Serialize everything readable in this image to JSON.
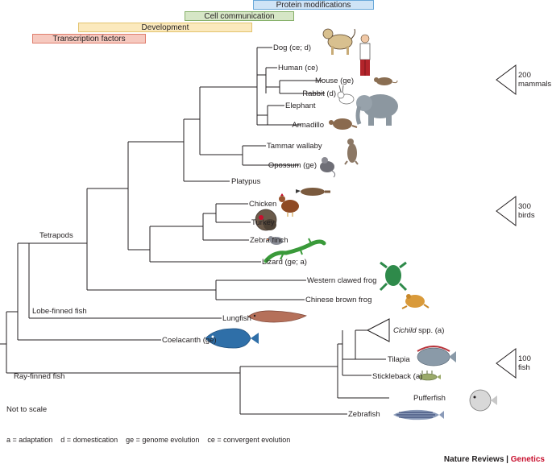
{
  "bars": {
    "protein_modifications": "Protein modifications",
    "cell_communication": "Cell communication",
    "development": "Development",
    "transcription_factors": "Transcription factors"
  },
  "taxa": {
    "dog": "Dog (ce; d)",
    "human": "Human (ce)",
    "mouse": "Mouse (ge)",
    "rabbit": "Rabbit (d)",
    "elephant": "Elephant",
    "armadillo": "Armadillo",
    "tammar": "Tammar wallaby",
    "opossum": "Opossum (ge)",
    "platypus": "Platypus",
    "chicken": "Chicken",
    "turkey": "Turkey",
    "zebrafinch": "Zebra finch",
    "lizard": "Lizard (ge; a)",
    "wcfrog": "Western clawed frog",
    "cbfrog": "Chinese brown frog",
    "lungfish": "Lungfish",
    "coelacanth": "Coelacanth (ge)",
    "cichlid_italic": "Cichild",
    "cichlid_rest": " spp. (a)",
    "tilapia": "Tilapia",
    "stickleback": "Stickleback (a)",
    "pufferfish": "Pufferfish",
    "zebrafish": "Zebrafish"
  },
  "clades": {
    "tetrapods": "Tetrapods",
    "lobe": "Lobe-finned fish",
    "ray": "Ray-finned fish"
  },
  "counts": {
    "mammals_num": "200",
    "mammals_label": "mammals",
    "birds_num": "300",
    "birds_label": "birds",
    "fish_num": "100",
    "fish_label": "fish"
  },
  "footer": {
    "scale": "Not to scale",
    "legend": "a = adaptation    d = domestication    ge = genome evolution    ce = convergent evolution",
    "brand_main": "Nature Reviews",
    "brand_sep": " | ",
    "brand_journal": "Genetics"
  },
  "colors": {
    "brand_red": "#c8102e",
    "line": "#231f20",
    "protein_bar": "#cfe4f6",
    "cell_bar": "#d6e6c6",
    "dev_bar": "#fbe9bd",
    "tf_bar": "#f6c9bf"
  }
}
